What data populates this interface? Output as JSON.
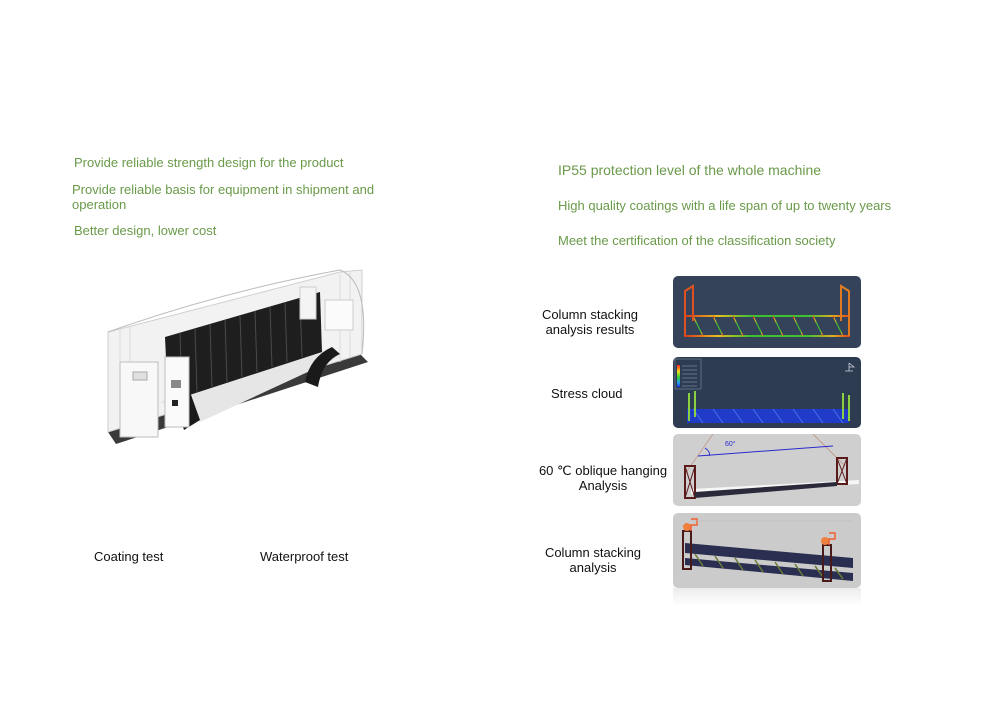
{
  "left_section": {
    "features": [
      "Provide reliable strength design for the product",
      "Provide reliable basis for equipment in shipment and operation",
      "Better design, lower cost"
    ],
    "product_image": "container-energy-storage-cutaway",
    "tests": {
      "coating": "Coating test",
      "waterproof": "Waterproof test"
    }
  },
  "right_section": {
    "features": [
      "IP55 protection level of the whole machine",
      "High quality coatings with a life span of up to twenty years",
      "Meet the certification of the classification society"
    ],
    "analyses": [
      {
        "label_line1": "Column stacking",
        "label_line2": "analysis results",
        "image": "column-stacking-results-heatmap"
      },
      {
        "label_line1": "Stress cloud",
        "label_line2": "",
        "image": "stress-cloud-blue"
      },
      {
        "label_line1": "60 ℃ oblique hanging",
        "label_line2": "Analysis",
        "image": "oblique-hanging-60deg",
        "angle_label": "60°"
      },
      {
        "label_line1": "Column stacking",
        "label_line2": "analysis",
        "image": "column-stacking-analysis"
      }
    ]
  },
  "colors": {
    "feature_text": "#6a9a4a",
    "label_text": "#111111",
    "panel_dark": "#2e3c52",
    "panel_gray": "#c9c9c9"
  }
}
